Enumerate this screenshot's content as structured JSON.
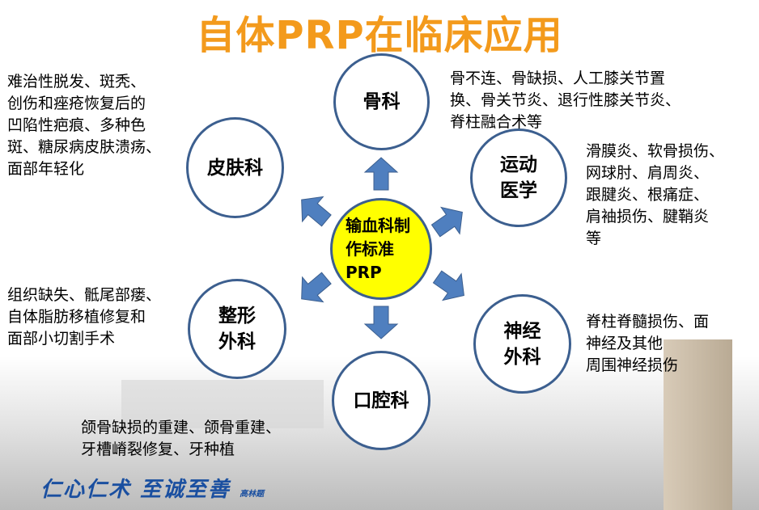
{
  "title": "自体PRP在临床应用",
  "center": {
    "lines": [
      "输血科制",
      "作标准",
      "PRP"
    ],
    "color": "#ffff00"
  },
  "departments": [
    {
      "id": "orthopedics",
      "lines": [
        "骨科"
      ],
      "desc": [
        "骨不连、骨缺损、人工膝关节置",
        "换、骨关节炎、退行性膝关节炎、",
        "脊柱融合术等"
      ]
    },
    {
      "id": "dermatology",
      "lines": [
        "皮肤科"
      ],
      "desc": [
        "难治性脱发、斑秃、",
        "创伤和痤疮恢复后的",
        "凹陷性疤痕、多种色",
        "斑、糖尿病皮肤溃疡、",
        "面部年轻化"
      ]
    },
    {
      "id": "sports-medicine",
      "lines": [
        "运动",
        "医学"
      ],
      "desc": [
        "滑膜炎、软骨损伤、",
        "网球肘、肩周炎、",
        "跟腱炎、根痛症、",
        "肩袖损伤、腱鞘炎",
        "等"
      ]
    },
    {
      "id": "plastic-surgery",
      "lines": [
        "整形",
        "外科"
      ],
      "desc": [
        "组织缺失、骶尾部瘘、",
        "自体脂肪移植修复和",
        "面部小切割手术"
      ]
    },
    {
      "id": "neurosurgery",
      "lines": [
        "神经",
        "外科"
      ],
      "desc": [
        "脊柱脊髓损伤、面",
        "神经及其他",
        "周围神经损伤"
      ]
    },
    {
      "id": "stomatology",
      "lines": [
        "口腔科"
      ],
      "desc": [
        "颌骨缺损的重建、颌骨重建、",
        "牙槽嵴裂修复、牙种植"
      ]
    }
  ],
  "motto": "仁心仁术 至诚至善",
  "motto_signature": "高林题",
  "colors": {
    "title": "#f39a1c",
    "arrow": "#4f7fbf",
    "circle_border": "#3c5f8f"
  }
}
